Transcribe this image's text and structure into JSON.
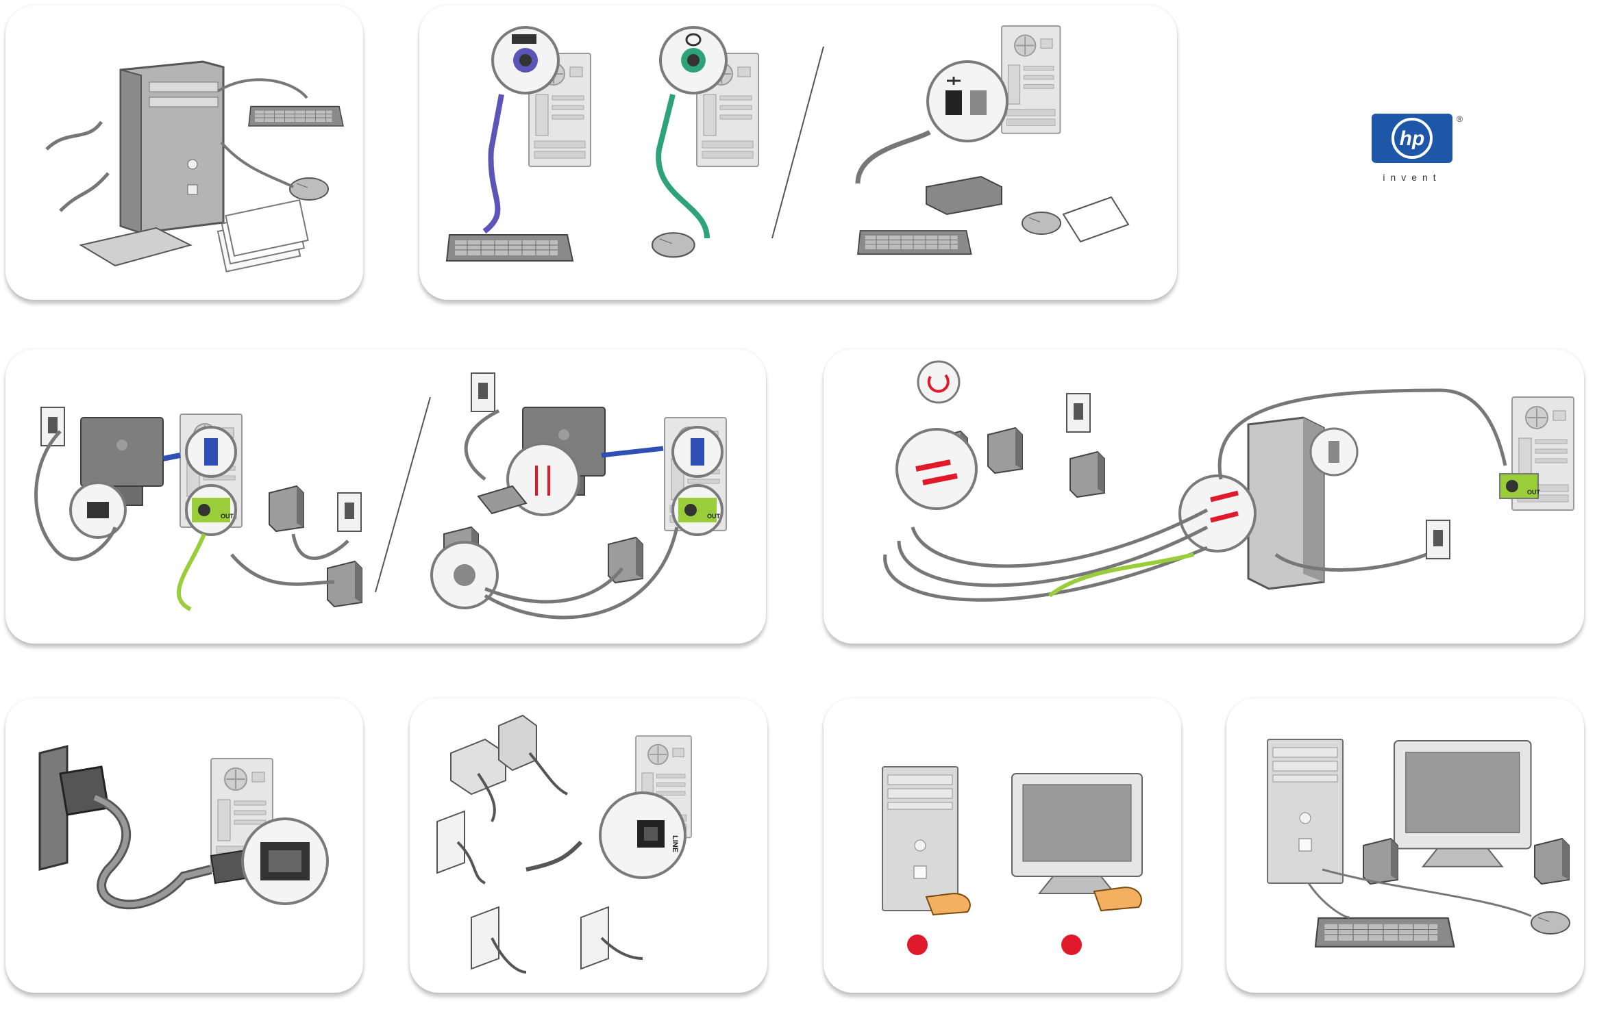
{
  "brand": {
    "logo_text": "hp",
    "tagline": "invent",
    "registered": "®"
  },
  "port_labels": {
    "audio_out": "OUT",
    "phone_line": "LINE"
  },
  "colors": {
    "keyboard_port": "#5b55b8",
    "mouse_port": "#2ea37a",
    "audio_out": "#9acd3a",
    "vga": "#2f4fb5",
    "alert_red": "#e0192b",
    "brand_blue": "#1f57a8"
  },
  "icons": {
    "keyboard": "keyboard-icon",
    "mouse": "mouse-icon",
    "usb": "usb-icon",
    "audio_out": "audio-out-icon",
    "power": "power-icon"
  }
}
